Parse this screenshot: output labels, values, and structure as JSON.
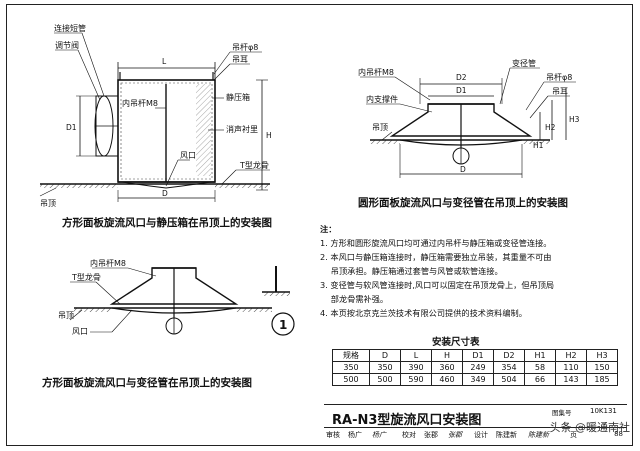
{
  "diagram": {
    "fig1": {
      "caption": "方形面板旋流风口与静压箱在吊顶上的安装图",
      "labels": {
        "connector": "连接短管",
        "damper": "调节阀",
        "rod_phi8": "吊杆φ8",
        "hanger": "吊耳",
        "inner_rod": "内吊杆M8",
        "plenum": "静压箱",
        "liner": "消声衬里",
        "outlet": "风口",
        "tbar": "T型龙骨",
        "ceiling": "吊顶"
      },
      "dims": {
        "L": "L",
        "D": "D",
        "D1": "D1",
        "H": "H"
      }
    },
    "fig2": {
      "caption": "圆形面板旋流风口与变径管在吊顶上的安装图",
      "labels": {
        "inner_rod": "内吊杆M8",
        "inner_brace": "内支撑件",
        "ceiling": "吊顶",
        "reducer": "变径管",
        "rod_phi8": "吊杆φ8",
        "hanger": "吊耳"
      },
      "dims": {
        "D2": "D2",
        "D1": "D1",
        "D": "D",
        "H1": "H1",
        "H2": "H2",
        "H3": "H3"
      }
    },
    "fig3": {
      "caption": "方形面板旋流风口与变径管在吊顶上的安装图",
      "labels": {
        "inner_rod": "内吊杆M8",
        "tbar": "T型龙骨",
        "ceiling": "吊顶",
        "outlet": "风口"
      }
    },
    "detail_mark": "1"
  },
  "notes": {
    "title": "注：",
    "items": [
      "1. 方形和圆形旋流风口均可通过内吊杆与静压箱或变径管连接。",
      "2. 本风口与静压箱连接时，静压箱需要独立吊装，其重量不可由",
      "　 吊顶承担。静压箱通过套管与风管或软管连接。",
      "3. 变径管与软风管连接时,风口可以固定在吊顶龙骨上，但吊顶局",
      "　 部龙骨需补强。",
      "4. 本页按北京克兰茨技术有限公司提供的技术资料编制。"
    ]
  },
  "size_table": {
    "title": "安装尺寸表",
    "headers": [
      "规格",
      "D",
      "L",
      "H",
      "D1",
      "D2",
      "H1",
      "H2",
      "H3"
    ],
    "rows": [
      [
        "350",
        "350",
        "390",
        "360",
        "249",
        "354",
        "58",
        "110",
        "150"
      ],
      [
        "500",
        "500",
        "590",
        "460",
        "349",
        "504",
        "66",
        "143",
        "185"
      ]
    ]
  },
  "title_block": {
    "title": "RA-N3型旋流风口安装图",
    "meta": [
      "审核",
      "杨广",
      "杨广",
      "校对",
      "张郡",
      "张郡",
      "设计",
      "陈建新",
      "陈建新",
      "页"
    ],
    "code_label": "图集号",
    "code": "10K131",
    "page": "88"
  },
  "watermark": "头条 @暖通南社"
}
